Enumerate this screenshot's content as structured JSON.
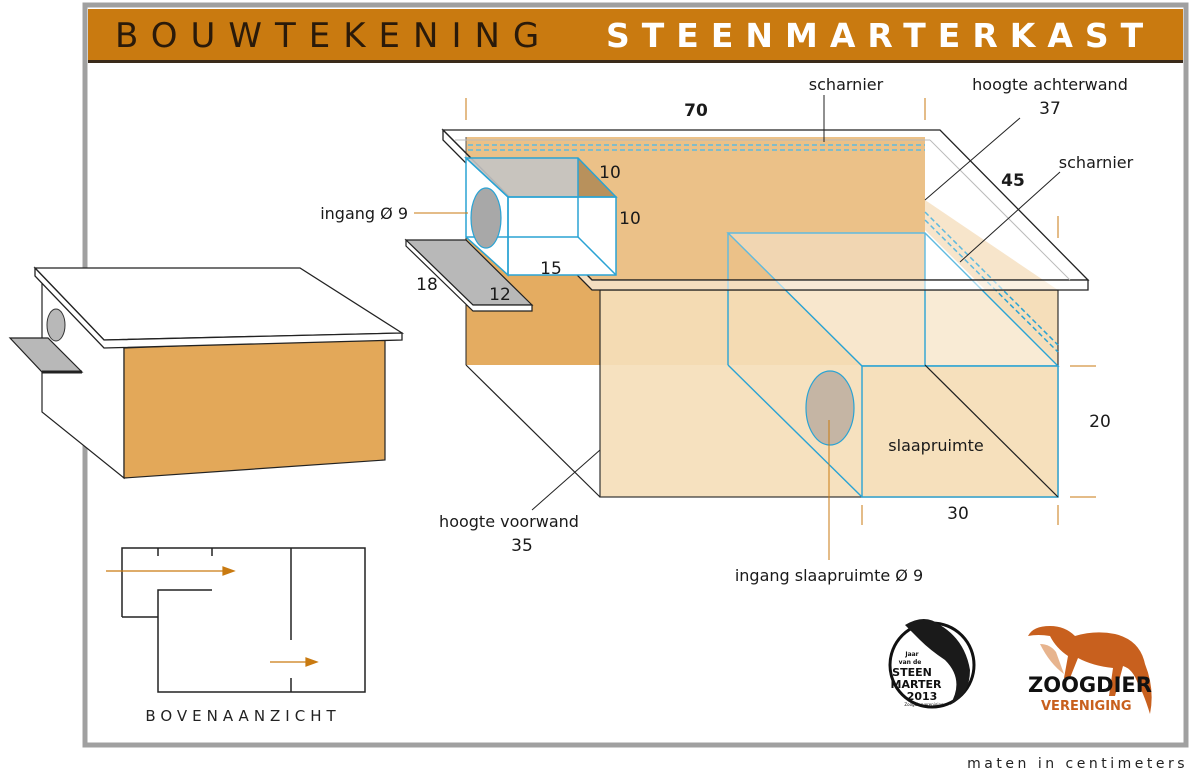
{
  "header": {
    "title_part1": "BOUWTEKENING",
    "title_part2": "STEENMARTERKAST",
    "background_color": "#c97a10"
  },
  "main_drawing": {
    "width": "70",
    "depth": "45",
    "hinge_top_label": "scharnier",
    "hinge_right_label": "scharnier",
    "back_height_label": "hoogte achterwand",
    "back_height": "37",
    "front_height_label": "hoogte voorwand",
    "front_height": "35",
    "entrance_label": "ingang Ø 9",
    "entrance_box_depth": "10",
    "entrance_box_height": "10",
    "entrance_box_length": "15",
    "perch_length": "18",
    "perch_width": "12",
    "sleeping_label": "slaapruimte",
    "sleeping_height": "20",
    "sleeping_width": "30",
    "sleeping_entrance_label": "ingang slaapruimte Ø 9"
  },
  "top_view": {
    "label": "BOVENAANZICHT"
  },
  "logos": {
    "year_badge": [
      "Jaar",
      "van de",
      "STEEN",
      "MARTER",
      "2013",
      "Zoogdiervereniging"
    ],
    "org_line1": "ZOOGDIER",
    "org_line2": "VERENIGING",
    "org_color": "#c8601e"
  },
  "footer": {
    "units_note": "maten in centimeters"
  },
  "colors": {
    "wood": "#e3a859",
    "wood_light": "#f6dfba",
    "frame": "#a0a0a0",
    "inner_lines": "#2aa3d4",
    "arrow": "#c97a10"
  }
}
